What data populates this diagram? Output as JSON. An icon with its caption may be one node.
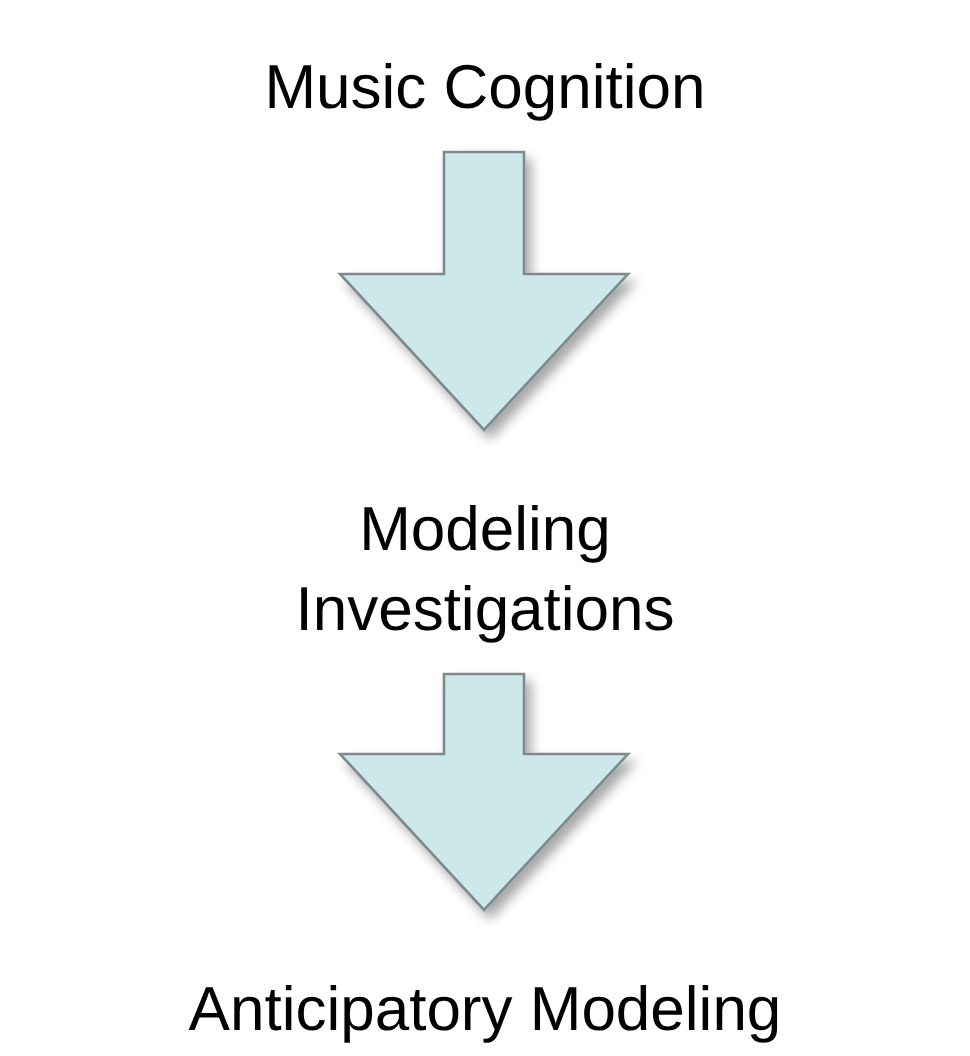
{
  "diagram": {
    "nodes": [
      {
        "text": [
          "Music Cognition"
        ]
      },
      {
        "text": [
          "Modeling Investigations"
        ]
      },
      {
        "text": [
          "Anticipatory Modeling"
        ]
      }
    ],
    "edges": [
      {
        "from": 0,
        "to": 1,
        "arrow": "to"
      },
      {
        "from": 1,
        "to": 2,
        "arrow": "to"
      }
    ]
  }
}
